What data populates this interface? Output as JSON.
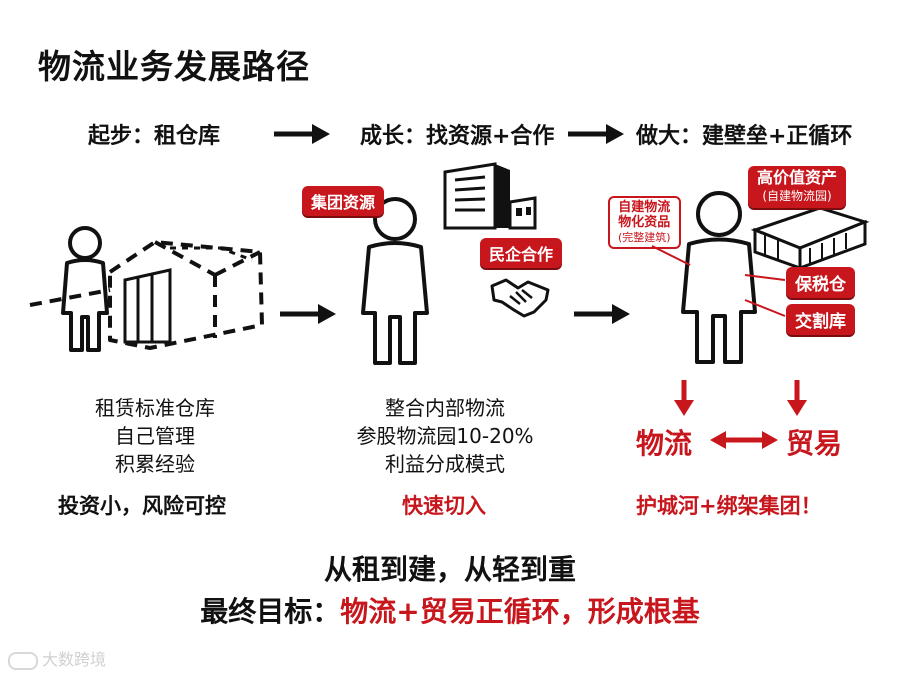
{
  "title": "物流业务发展路径",
  "stages": [
    {
      "label": "起步：租仓库"
    },
    {
      "label": "成长：找资源+合作"
    },
    {
      "label": "做大：建壁垒+正循环"
    }
  ],
  "tags": {
    "group_resources": "集团资源",
    "private_coop": "民企合作",
    "high_value_assets": "高价值资产",
    "high_value_assets_sub": "(自建物流园)",
    "self_built_line1": "自建物流",
    "self_built_line2": "物化资品",
    "self_built_sub": "(完整建筑)",
    "bonded": "保税仓",
    "delivery": "交割库"
  },
  "columns": [
    {
      "lines": [
        "租赁标准仓库",
        "自己管理",
        "积累经验"
      ],
      "summary": "投资小，风险可控"
    },
    {
      "lines": [
        "整合内部物流",
        "参股物流园10-20%",
        "利益分成模式"
      ],
      "summary": "快速切入"
    },
    {
      "left_word": "物流",
      "right_word": "贸易",
      "summary": "护城河+绑架集团！"
    }
  ],
  "footer": {
    "line1": "从租到建，从轻到重",
    "line2_prefix": "最终目标：",
    "line2_highlight": "物流+贸易正循环，形成根基"
  },
  "watermark": "大数跨境",
  "colors": {
    "accent": "#c8161d",
    "ink": "#111111"
  }
}
